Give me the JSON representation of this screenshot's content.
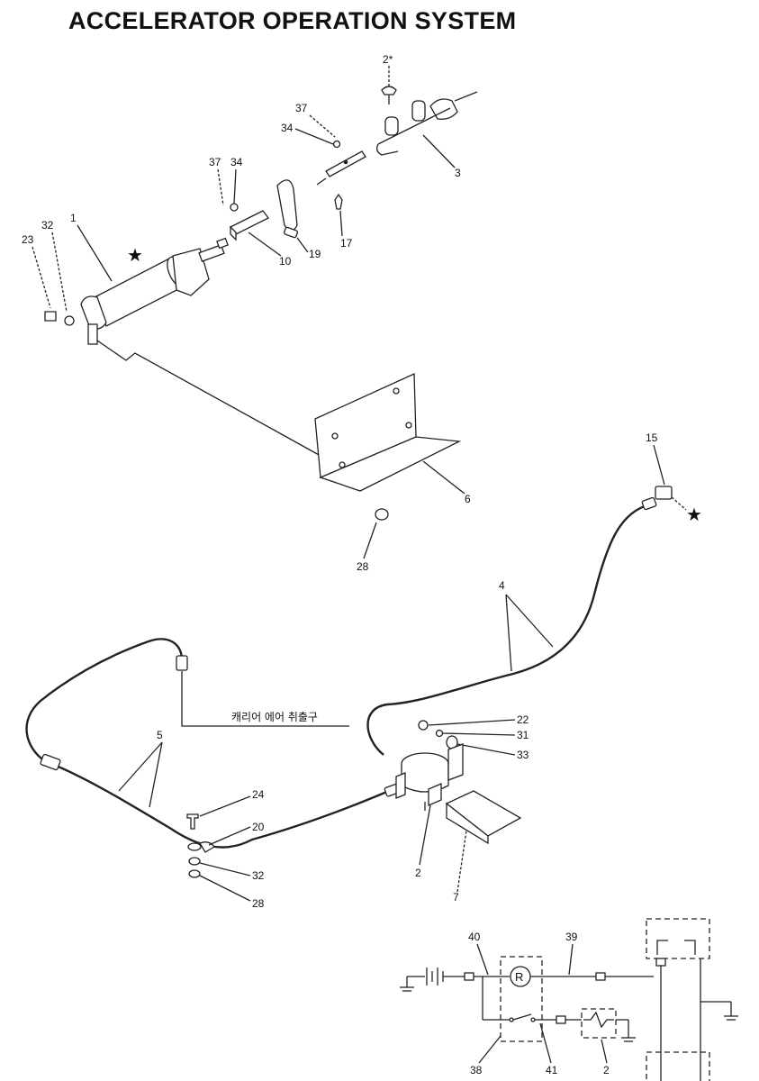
{
  "title": "ACCELERATOR OPERATION SYSTEM",
  "symbols": {
    "star": "★"
  },
  "callouts": {
    "c2a": "2*",
    "c37a": "37",
    "c34a": "34",
    "c3": "3",
    "c37b": "37",
    "c34b": "34",
    "c17": "17",
    "c1": "1",
    "c32a": "32",
    "c23": "23",
    "c10": "10",
    "c19": "19",
    "c6": "6",
    "c28a": "28",
    "c15": "15",
    "c4": "4",
    "c22": "22",
    "c31": "31",
    "c33": "33",
    "c5": "5",
    "c24": "24",
    "c20": "20",
    "c32b": "32",
    "c28b": "28",
    "c2b": "2",
    "c7": "7",
    "c40": "40",
    "c39": "39",
    "c38": "38",
    "c41": "41",
    "c2c": "2"
  },
  "annotations": {
    "air_outlet": "캐리어 에어 취출구"
  },
  "circuit": {
    "relay_symbol": "R"
  }
}
